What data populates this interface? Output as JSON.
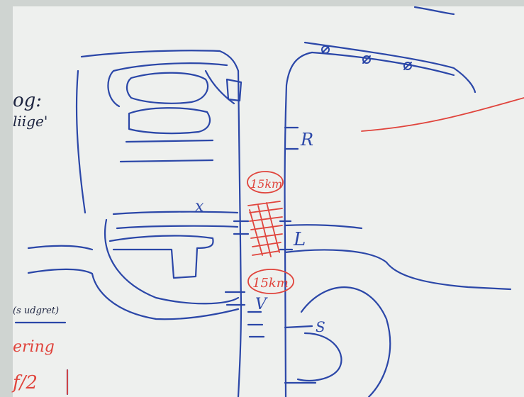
{
  "photo": {
    "subject": "whiteboard sketch",
    "colors": {
      "board": "#f1f2f0",
      "frame": "#cdd2cf",
      "blue_marker": "#2b47a8",
      "red_marker": "#e0443c",
      "dark_marker": "#1d2440"
    }
  },
  "text": {
    "top_left_a": "og:",
    "top_left_b": "liige'",
    "label_x": "x",
    "label_r": "R",
    "label_l": "L",
    "label_v": "V",
    "label_s": "S",
    "speed_top": "15km",
    "speed_bottom": "15km",
    "left_note": "(s udgret)",
    "left_red_word": "ering",
    "left_red_fraction": "f/2"
  }
}
